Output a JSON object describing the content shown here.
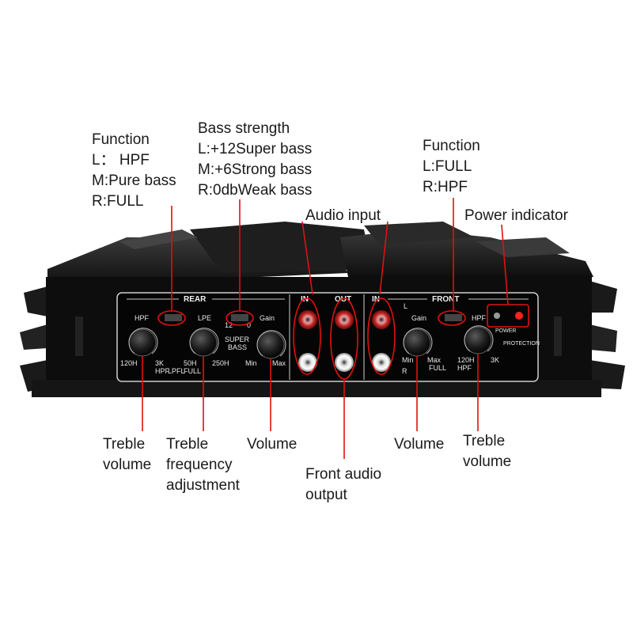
{
  "annotations": {
    "rear_function": {
      "lines": [
        "Function",
        "L： HPF",
        "M:Pure bass",
        "R:FULL"
      ]
    },
    "bass_strength": {
      "lines": [
        "Bass strength",
        "L:+12Super bass",
        "M:+6Strong bass",
        "R:0dbWeak bass"
      ]
    },
    "audio_input": {
      "lines": [
        "Audio input"
      ]
    },
    "front_function": {
      "lines": [
        "Function",
        "L:FULL",
        "R:HPF"
      ]
    },
    "power_indicator": {
      "lines": [
        "Power indicator"
      ]
    },
    "treble_volume_rear": {
      "lines": [
        "Treble",
        "volume"
      ]
    },
    "treble_freq_adjust": {
      "lines": [
        "Treble",
        "frequency",
        "adjustment"
      ]
    },
    "volume_rear": {
      "lines": [
        "Volume"
      ]
    },
    "front_audio_output": {
      "lines": [
        "Front audio",
        "output"
      ]
    },
    "volume_front": {
      "lines": [
        "Volume"
      ]
    },
    "treble_volume_front": {
      "lines": [
        "Treble",
        "volume"
      ]
    }
  },
  "panel": {
    "rear": "REAR",
    "in_left": "IN",
    "out": "OUT",
    "in_right": "IN",
    "front": "FRONT",
    "hpf_rear": "HPF",
    "lpe": "LPE",
    "gain_rear": "Gain",
    "gain_front": "Gain",
    "hpf_front": "HPF",
    "l_marker": "L",
    "r_marker": "R",
    "hz120_rear": "120H",
    "k3_rear": "3K",
    "hpf_small": "HPF",
    "lpfl": "LPFL",
    "hz50": "50H",
    "hz250": "250H",
    "full_rear": "FULL",
    "super_bass_1": "SUPER",
    "super_bass_2": "BASS",
    "twelve": "12",
    "zero": "0",
    "min_rear": "Min",
    "max_rear": "Max",
    "min_front": "Min",
    "max_front": "Max",
    "full_front": "FULL",
    "hz120_front": "120H",
    "k3_front": "3K",
    "hpf_front_small": "HPF",
    "power": "POWER",
    "protection": "PROTECTION"
  },
  "colors": {
    "callout": "#e01010",
    "chassis": "#111111",
    "text": "#1a1a1a"
  }
}
